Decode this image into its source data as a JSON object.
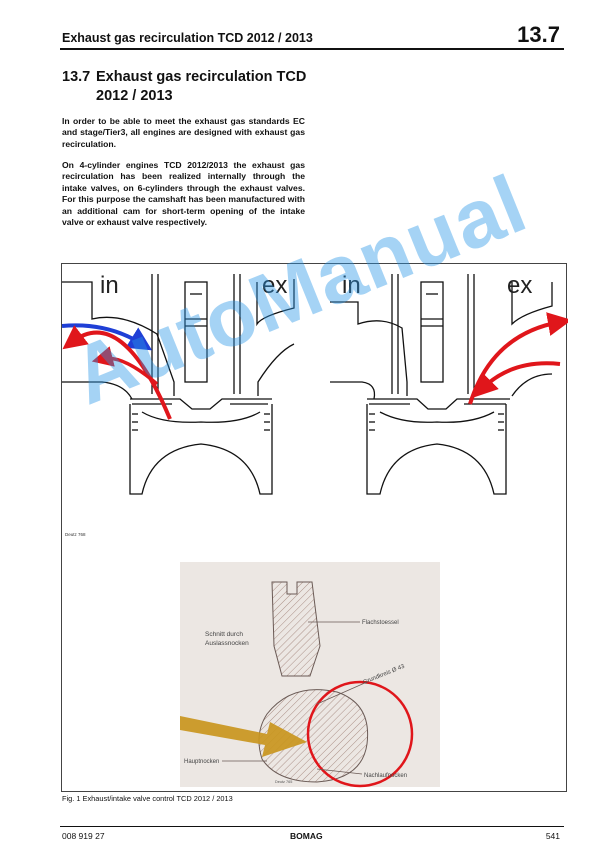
{
  "header": {
    "title": "Exhaust gas recirculation TCD 2012 / 2013",
    "section_number": "13.7"
  },
  "section": {
    "number": "13.7",
    "title_line1": "Exhaust gas recirculation TCD",
    "title_line2": "2012 / 2013"
  },
  "body": {
    "paragraph1": "In order to be able to meet the exhaust gas standards EC and stage/Tier3, all engines are designed with exhaust gas recirculation.",
    "paragraph2": "On 4-cylinder engines TCD 2012/2013 the exhaust gas recirculation has been realized internally through the intake valves, on 6-cylinders through the exhaust valves. For this purpose the camshaft has been manufactured with an additional cam for short-term opening of the intake valve or exhaust valve respectively."
  },
  "figure": {
    "left_diagram": {
      "label_in": "in",
      "label_ex": "ex"
    },
    "right_diagram": {
      "label_in": "in",
      "label_ex": "ex"
    },
    "small_ref_top": "Deutz 768",
    "cam_labels": {
      "section_line1": "Schnitt durch",
      "section_line2": "Auslassnocken",
      "tappet": "Flachstoessel",
      "base_circle": "Grundkreis Ø 43",
      "main_cam": "Hauptnocken",
      "auxiliary_cam": "Nachlaufnocken",
      "small_ref": "Deutz 765"
    },
    "caption": "Fig. 1 Exhaust/intake valve control TCD 2012 / 2013",
    "colors": {
      "arrow_red": "#e0161b",
      "arrow_blue": "#1f3fd6",
      "arrow_gold": "#c9961e"
    }
  },
  "watermark": "AutoManual",
  "footer": {
    "doc_number": "008 919 27",
    "brand": "BOMAG",
    "page": "541"
  }
}
